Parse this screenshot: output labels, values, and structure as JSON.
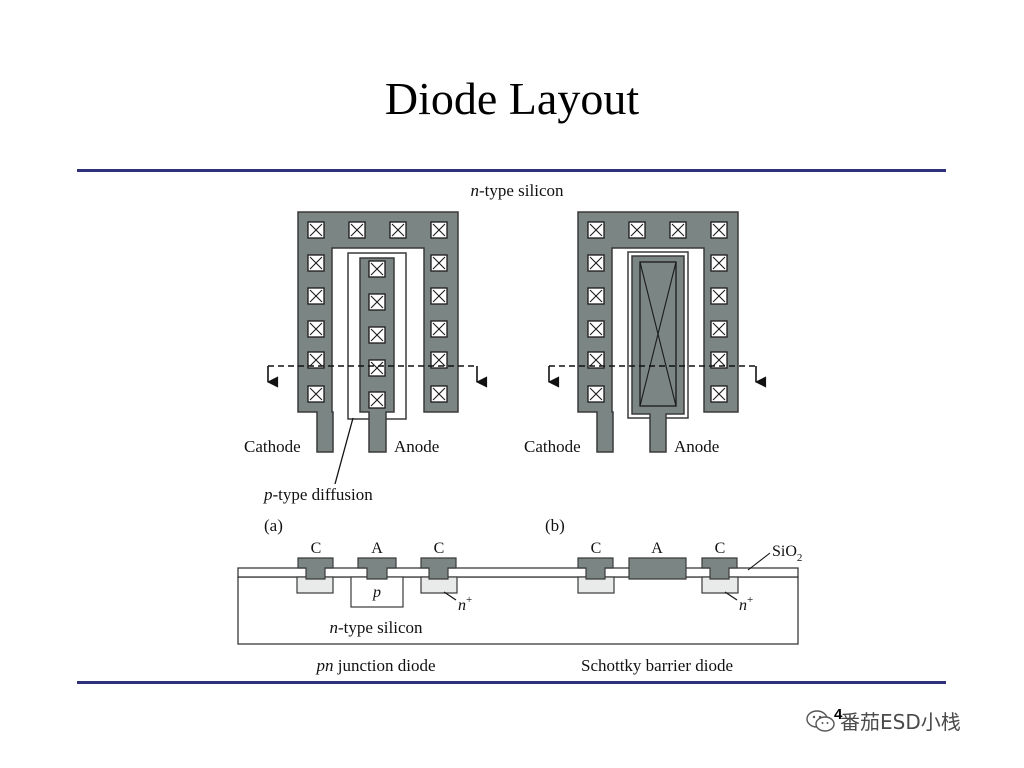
{
  "slide": {
    "title": "Diode Layout",
    "page_number": "4"
  },
  "diagram": {
    "top_label": "n-type silicon",
    "layout_a": {
      "cathode_label": "Cathode",
      "anode_label": "Anode",
      "diffusion_label": "p-type diffusion",
      "panel_label": "(a)"
    },
    "layout_b": {
      "cathode_label": "Cathode",
      "anode_label": "Anode",
      "panel_label": "(b)"
    },
    "cross_section_a": {
      "contact_labels": [
        "C",
        "A",
        "C"
      ],
      "p_region_label": "p",
      "nplus_label": "n",
      "nplus_sup": "+",
      "substrate_label": "n-type silicon",
      "caption": "pn junction diode"
    },
    "cross_section_b": {
      "contact_labels": [
        "C",
        "A",
        "C"
      ],
      "nplus_label": "n",
      "nplus_sup": "+",
      "oxide_label": "SiO",
      "oxide_sub": "2",
      "caption": "Schottky barrier diode"
    }
  },
  "watermark": {
    "text": "番茄ESD小栈",
    "icon": "wechat-icon"
  },
  "colors": {
    "metal": "#7b8584",
    "metal_edge": "#3a3a3a",
    "diffusion": "#e8ebea",
    "rule": "#2f2f7a"
  }
}
